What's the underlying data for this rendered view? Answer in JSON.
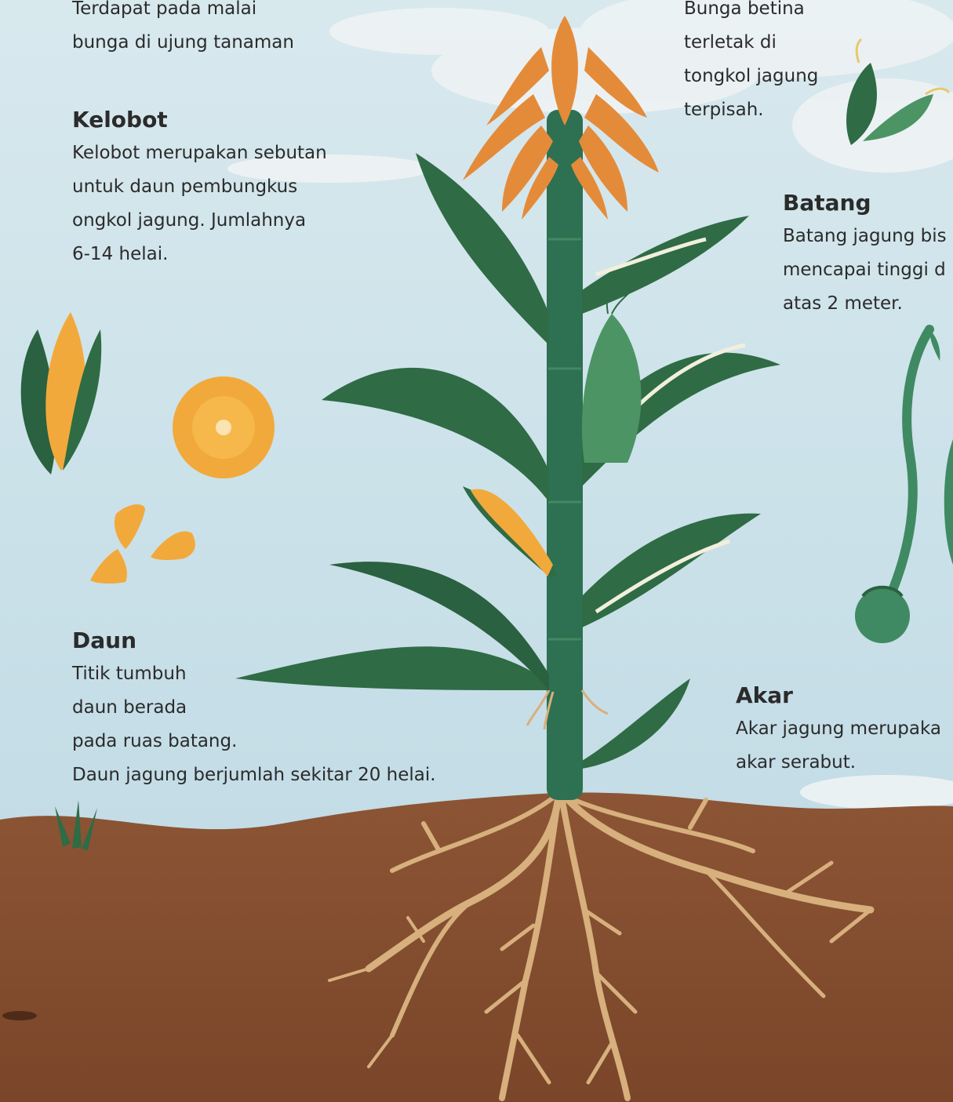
{
  "labels": {
    "malai": {
      "lines": [
        "Terdapat pada malai",
        "bunga di ujung tanaman"
      ]
    },
    "bunga_betina": {
      "lines": [
        "Bunga betina",
        "terletak di",
        "tongkol jagung",
        "terpisah."
      ]
    },
    "kelobot": {
      "heading": "Kelobot",
      "lines": [
        "Kelobot merupakan sebutan",
        "untuk daun pembungkus",
        "ongkol jagung. Jumlahnya",
        "6-14 helai."
      ]
    },
    "batang": {
      "heading": "Batang",
      "lines": [
        "Batang jagung bis",
        "mencapai tinggi d",
        "atas 2 meter."
      ]
    },
    "daun": {
      "heading": "Daun",
      "lines": [
        "Titik tumbuh",
        "daun berada",
        "pada ruas batang.",
        "Daun jagung berjumlah sekitar 20 helai."
      ]
    },
    "akar": {
      "heading": "Akar",
      "lines": [
        "Akar jagung merupaka",
        "akar serabut."
      ]
    }
  },
  "colors": {
    "sky": "#cfe3ea",
    "soil": "#8a5134",
    "soil_dark": "#6e3c24",
    "leaf": "#2f6b45",
    "stem": "#2e7052",
    "tassel": "#e48b3a",
    "kernel": "#f2a93b",
    "root": "#d7b07d"
  }
}
